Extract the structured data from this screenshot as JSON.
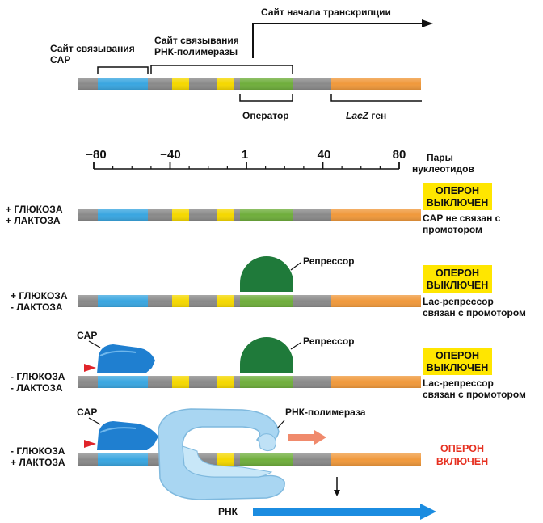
{
  "labels": {
    "transcription_start": "Сайт начала транскрипции",
    "cap_site_1": "Сайт связывания",
    "cap_site_2": "CAP",
    "rnap_site_1": "Сайт связывания",
    "rnap_site_2": "РНК-полимеразы",
    "operator": "Оператор",
    "lacz_italic": "LacZ",
    "lacz_rest": " ген"
  },
  "scale": {
    "ticks": [
      "−80",
      "−40",
      "1",
      "40",
      "80"
    ],
    "unit_1": "Пары",
    "unit_2": "нуклеотидов"
  },
  "rows": [
    {
      "cond_1": "+ ГЛЮКОЗА",
      "cond_2": "+ ЛАКТОЗА",
      "status_1": "ОПЕРОН",
      "status_2": "ВЫКЛЮЧЕН",
      "desc_1": "CAP не связан с",
      "desc_2": "промотором"
    },
    {
      "cond_1": "+ ГЛЮКОЗА",
      "cond_2": "- ЛАКТОЗА",
      "status_1": "ОПЕРОН",
      "status_2": "ВЫКЛЮЧЕН",
      "desc_1": "Lac-репрессор",
      "desc_2": "связан с промотором",
      "repressor": "Репрессор"
    },
    {
      "cond_1": "- ГЛЮКОЗА",
      "cond_2": "- ЛАКТОЗА",
      "status_1": "ОПЕРОН",
      "status_2": "ВЫКЛЮЧЕН",
      "desc_1": "Lac-репрессор",
      "desc_2": "связан с промотором",
      "repressor": "Репрессор",
      "cap": "CAP"
    },
    {
      "cond_1": "- ГЛЮКОЗА",
      "cond_2": "+ ЛАКТОЗА",
      "status_1": "ОПЕРОН",
      "status_2": "ВКЛЮЧЕН",
      "cap": "CAP",
      "polymerase": "РНК-полимераза",
      "rna": "РНК"
    }
  ],
  "colors": {
    "dna_gray": "#8a8a8a",
    "cap_site_blue": "#3aa6e0",
    "box_yellow": "#f5d800",
    "operator_green": "#6fae3c",
    "lacz_orange": "#f0993c",
    "repressor_green": "#1f7a3a",
    "cap_blue": "#1f7fd0",
    "polymerase_light_blue": "#a9d6f2",
    "status_off_bg": "#ffe600",
    "status_on_text": "#e63020",
    "rna_blue": "#1b8ce0",
    "arrow_salmon": "#f08a6c",
    "arrow_red": "#e0242a"
  }
}
